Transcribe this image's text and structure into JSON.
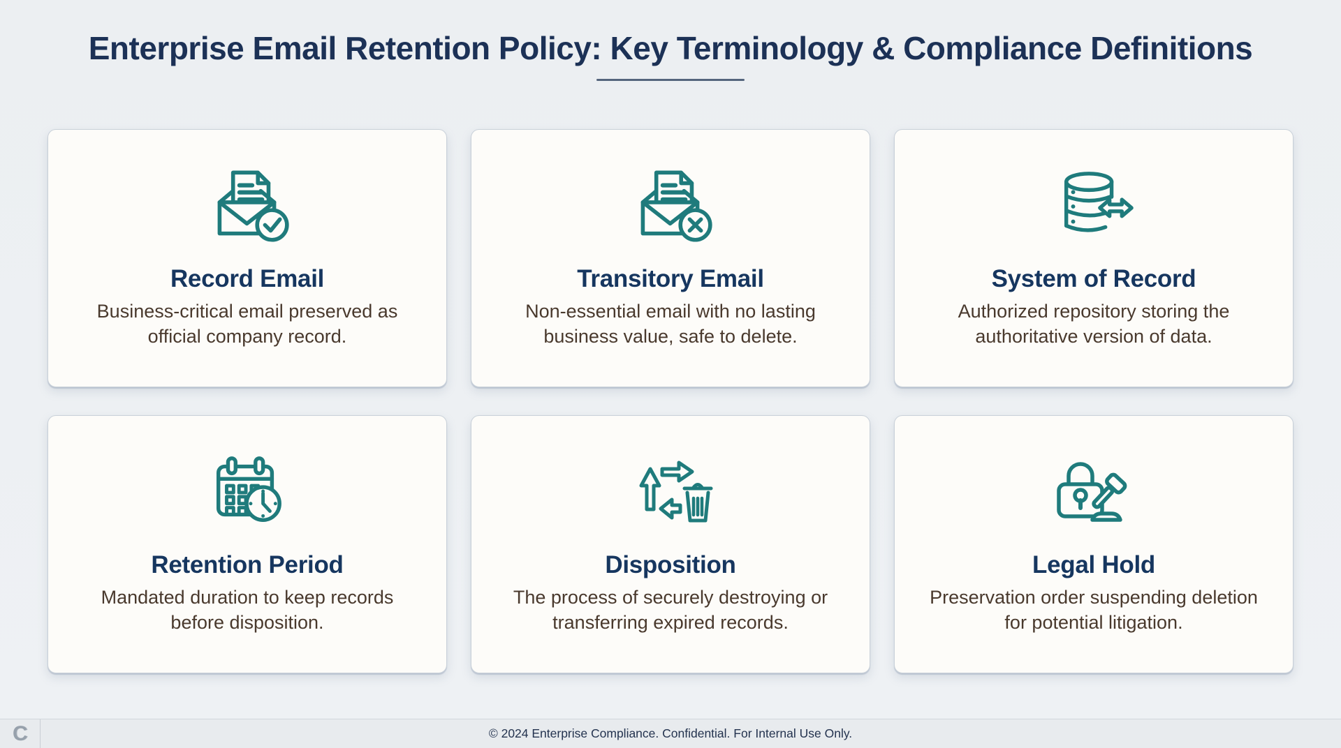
{
  "header": {
    "title": "Enterprise Email Retention Policy: Key Terminology & Compliance Definitions"
  },
  "cards": [
    {
      "icon": "email-document-check-icon",
      "title": "Record Email",
      "description": "Business-critical email preserved as official company record."
    },
    {
      "icon": "email-document-x-icon",
      "title": "Transitory Email",
      "description": "Non-essential email with no lasting business value, safe to delete."
    },
    {
      "icon": "database-sync-icon",
      "title": "System of Record",
      "description": "Authorized repository storing the authoritative version of data."
    },
    {
      "icon": "calendar-clock-icon",
      "title": "Retention Period",
      "description": "Mandated duration to keep records before disposition."
    },
    {
      "icon": "recycle-trash-icon",
      "title": "Disposition",
      "description": "The process of securely destroying or transferring expired records."
    },
    {
      "icon": "padlock-gavel-icon",
      "title": "Legal Hold",
      "description": "Preservation order suspending deletion for potential litigation."
    }
  ],
  "footer": {
    "logo": "C",
    "text": "© 2024 Enterprise Compliance. Confidential. For Internal Use Only."
  },
  "colors": {
    "accent_teal": "#1f7b7c",
    "title_navy": "#1c3156",
    "card_title_navy": "#16365f",
    "body_text": "#49392d",
    "page_bg": "#edf0f3",
    "card_bg": "#fdfcf9",
    "footer_bg": "#e8ebee"
  }
}
